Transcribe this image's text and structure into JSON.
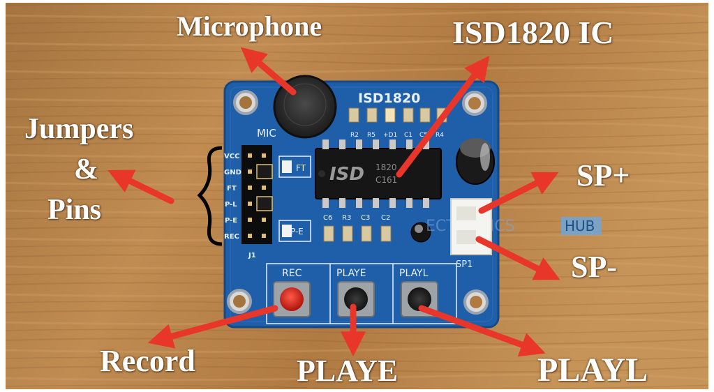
{
  "labels": {
    "microphone": "Microphone",
    "isd_ic": "ISD1820 IC",
    "jumpers_1": "Jumpers",
    "jumpers_2": "&",
    "jumpers_3": "Pins",
    "sp_plus": "SP+",
    "sp_minus": "SP-",
    "record": "Record",
    "playe": "PLAYE",
    "playl": "PLAYL"
  },
  "board": {
    "title": "ISD1820",
    "mic": "MIC",
    "chip_brand": "ISD",
    "chip_code_1": "1820",
    "chip_code_2": "C161",
    "pins": [
      "VCC",
      "GND",
      "FT",
      "P-L",
      "P-E",
      "REC"
    ],
    "j1": "J1",
    "ft": "FT",
    "pe": "P-E",
    "sp1": "SP1",
    "btn_rec": "REC",
    "btn_playe": "PLAYE",
    "btn_playl": "PLAYL",
    "caps": [
      "C6",
      "R3",
      "C3",
      "C2"
    ],
    "top_parts": [
      "R2",
      "R5",
      "+D1",
      "C1",
      "C5",
      "R4"
    ],
    "watermark_1": "ECTRONICS",
    "watermark_2": "HUB"
  },
  "colors": {
    "arrow": "#e8362b",
    "board": "#1f5ea8",
    "wood": "#b8854a",
    "label": "#ffffff"
  }
}
